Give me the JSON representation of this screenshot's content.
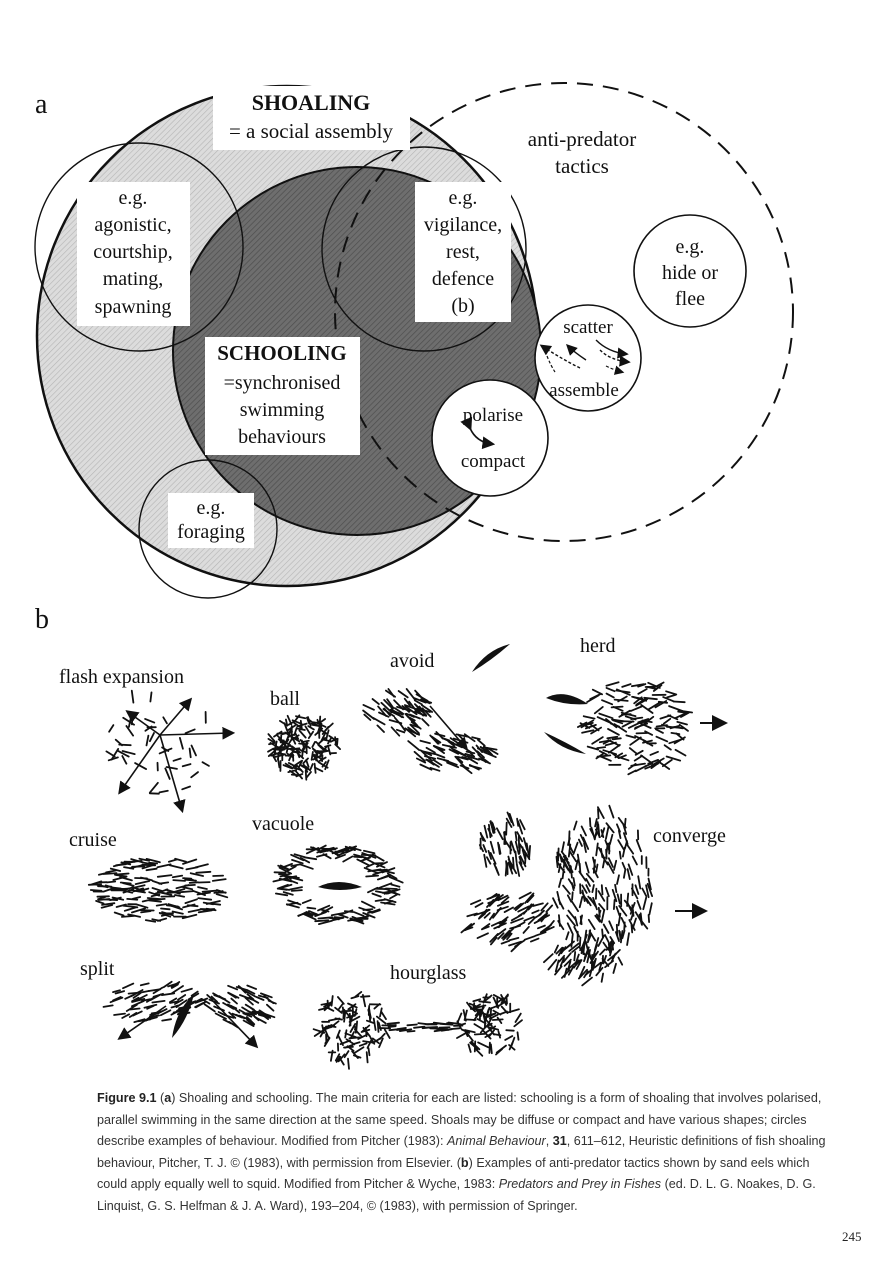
{
  "panel_a": {
    "label": "a",
    "shoaling_title": "SHOALING",
    "shoaling_sub": "= a social assembly",
    "schooling_title": "SCHOOLING",
    "schooling_lines": [
      "=synchronised",
      "swimming",
      "behaviours"
    ],
    "antipredator_lines": [
      "anti-predator",
      "tactics"
    ],
    "circle_social": [
      "e.g.",
      "agonistic,",
      "courtship,",
      "mating,",
      "spawning"
    ],
    "circle_vigilance": [
      "e.g.",
      "vigilance,",
      "rest,",
      "defence",
      "(b)"
    ],
    "circle_hide": [
      "e.g.",
      "hide or",
      "flee"
    ],
    "circle_foraging": [
      "e.g.",
      "foraging"
    ],
    "circle_scatter": [
      "scatter",
      "assemble"
    ],
    "circle_polarise": [
      "polarise",
      "compact"
    ]
  },
  "panel_b": {
    "label": "b",
    "tactics": {
      "flash": "flash  expansion",
      "ball": "ball",
      "avoid": "avoid",
      "herd": "herd",
      "cruise": "cruise",
      "vacuole": "vacuole",
      "converge": "converge",
      "split": "split",
      "hourglass": "hourglass"
    }
  },
  "caption": {
    "figure_label": "Figure 9.1",
    "part_a_marker": "a",
    "text1": ") Shoaling and schooling. The main criteria for each are listed: schooling is a form of shoaling that involves polarised, parallel swimming in the same direction at the same speed. Shoals may be diffuse or compact and have various shapes; circles describe examples of behaviour. Modified from Pitcher (1983): ",
    "journal": "Animal Behaviour",
    "text2": ", ",
    "volume": "31",
    "text3": ", 611–612, Heuristic definitions of fish shoaling behaviour, Pitcher, T. J. © (1983), with permission from Elsevier. (",
    "part_b_marker": "b",
    "text4": ") Examples of anti-predator tactics shown by sand eels which could apply equally well to squid. Modified from Pitcher & Wyche, 1983: ",
    "book": "Predators and Prey in Fishes",
    "text5": " (ed. D. L. G. Noakes, D. G. Linquist, G. S. Helfman & J. A. Ward), 193–204, © (1983), with permission of Springer."
  },
  "page_number": "245"
}
